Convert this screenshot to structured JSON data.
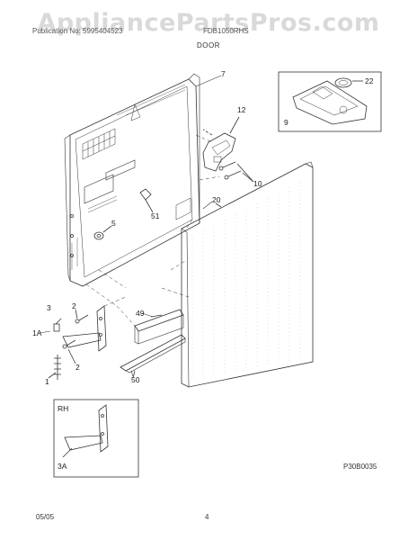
{
  "watermark": "AppliancePartsPros.com",
  "header": {
    "left_text": "Publication No: 5995404523",
    "mid_text": "FDB1050RHS",
    "title": "DOOR"
  },
  "callouts": {
    "c7": "7",
    "c22": "22",
    "c9": "9",
    "c12": "12",
    "c10": "10",
    "c20": "20",
    "c51": "51",
    "c5": "5",
    "c49": "49",
    "c2a": "2",
    "c3": "3",
    "c1a": "1A",
    "c2b": "2",
    "c1": "1",
    "c50": "50",
    "crh": "RH",
    "c3a": "3A"
  },
  "footer": {
    "code": "P30B0035",
    "date": "05/05",
    "page": "4"
  }
}
